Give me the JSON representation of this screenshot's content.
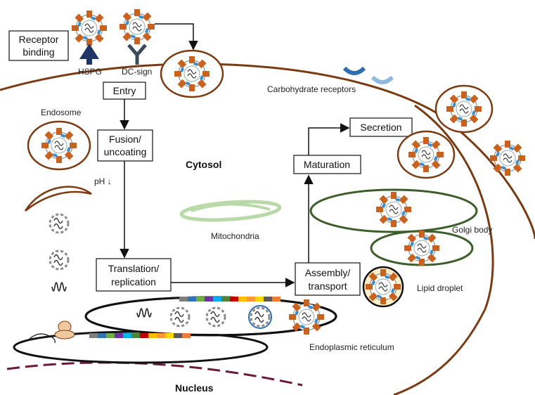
{
  "boxes": {
    "receptor_binding": [
      "Receptor",
      "binding"
    ],
    "entry": "Entry",
    "fusion": [
      "Fusion/",
      "uncoating"
    ],
    "translation": [
      "Translation/",
      "replication"
    ],
    "assembly": [
      "Assembly/",
      "transport"
    ],
    "maturation": "Maturation",
    "secretion": "Secretion"
  },
  "labels": {
    "hspg": "HSPG",
    "dc_sign": "DC-sign",
    "carbohydrate": "Carbohydrate receptors",
    "endosome": "Endosome",
    "cytosol": "Cytosol",
    "ph": "pH ↓",
    "mitochondria": "Mitochondria",
    "golgi": "Golgi body",
    "lipid": "Lipid droplet",
    "er": "Endoplasmic reticulum",
    "nucleus": "Nucleus"
  },
  "colors": {
    "membrane": "#7a3b12",
    "spike": "#c8621e",
    "golgi": "#3d5e2a",
    "nucleus_dash": "#6b1a3a",
    "mito": "#b9d9a8",
    "receptor_dark": "#1f3566",
    "receptor_grey": "#3a4a5a",
    "carb_receptor": "#2f6db0",
    "lipid_fill": "#fbeec8"
  },
  "polyprotein_colors": [
    "#7f7f7f",
    "#2e75b6",
    "#70ad47",
    "#7030a0",
    "#00b0f0",
    "#548235",
    "#c00000",
    "#ffc000",
    "#ff9933",
    "#ffd700",
    "#5b5b5b",
    "#ed7d31"
  ]
}
